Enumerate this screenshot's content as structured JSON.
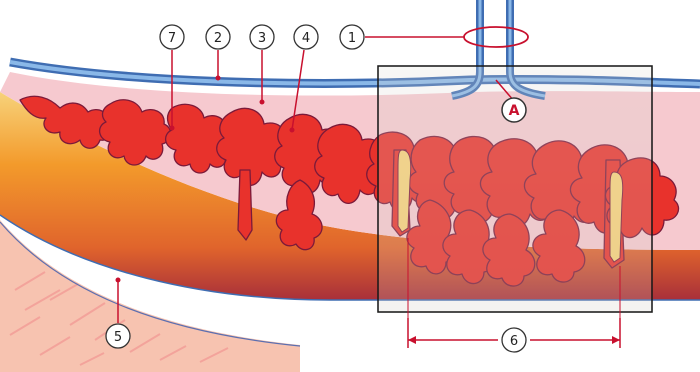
{
  "diagram": {
    "labels": [
      {
        "id": "1",
        "text": "1"
      },
      {
        "id": "2",
        "text": "2"
      },
      {
        "id": "3",
        "text": "3"
      },
      {
        "id": "4",
        "text": "4"
      },
      {
        "id": "5",
        "text": "5"
      },
      {
        "id": "6",
        "text": "6"
      },
      {
        "id": "7",
        "text": "7"
      },
      {
        "id": "A",
        "text": "A"
      }
    ],
    "colors": {
      "membrane_blue": "#3f6db2",
      "membrane_light": "#8ab8e8",
      "pink_layer": "#f6c9cf",
      "red_villi": "#e8322c",
      "red_outline": "#7b1a3a",
      "yellow_inner": "#f7d27a",
      "orange_band": "#f39a2b",
      "dark_band": "#b23a2d",
      "tissue": "#f7c3b0",
      "grey_inset": "#d9d9d4",
      "callout_red": "#c8102e"
    }
  }
}
